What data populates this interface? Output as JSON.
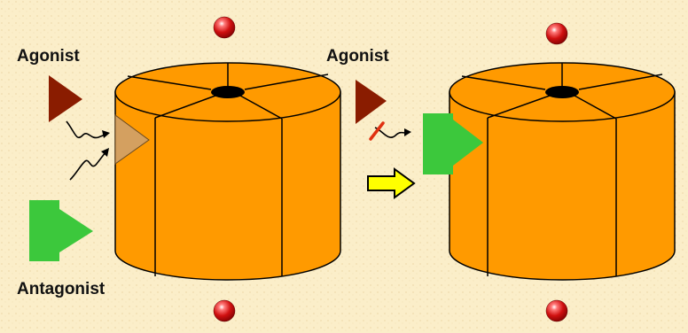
{
  "labels": {
    "agonist_left": "Agonist",
    "agonist_right": "Agonist",
    "antagonist": "Antagonist"
  },
  "colors": {
    "background": "#fbeec9",
    "channel_orange": "#ff9a00",
    "agonist_darkred": "#8a1c00",
    "antagonist_green": "#3cc83c",
    "transition_arrow_yellow": "#ffff00",
    "ion_red": "#cc1010",
    "block_mark": "#e03010"
  },
  "icons": {
    "ion": "red-sphere-ion-icon",
    "agonist": "triangle-icon",
    "antagonist": "square-with-triangle-icon",
    "transition": "right-block-arrow-icon",
    "blocked": "cross-mark-icon"
  }
}
